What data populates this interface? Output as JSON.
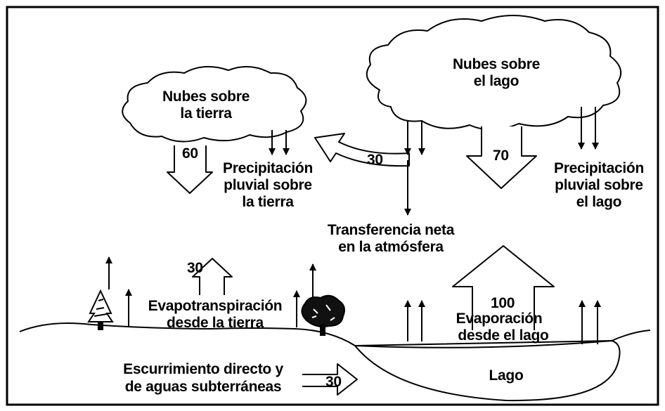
{
  "clouds": {
    "land": {
      "line1": "Nubes sobre",
      "line2": "la tierra"
    },
    "lake": {
      "line1": "Nubes sobre",
      "line2": "el lago"
    }
  },
  "flows": {
    "land_precip_value": "60",
    "land_precip_label": {
      "line1": "Precipitación",
      "line2": "pluvial sobre",
      "line3": "la tierra"
    },
    "transfer_value": "30",
    "transfer_label": {
      "line1": "Transferencia neta",
      "line2": "en la atmósfera"
    },
    "lake_precip_value": "70",
    "lake_precip_label": {
      "line1": "Precipitación",
      "line2": "pluvial sobre",
      "line3": "el lago"
    },
    "evapotranspiration_value": "30",
    "evapotranspiration_label": {
      "line1": "Evapotranspiración",
      "line2": "desde la tierra"
    },
    "evaporation_value": "100",
    "evaporation_label": {
      "line1": "Evaporación",
      "line2": "desde el lago"
    },
    "runoff_value": "30",
    "runoff_label": {
      "line1": "Escurrimiento directo y",
      "line2": "de aguas subterráneas"
    }
  },
  "lake_label": "Lago"
}
